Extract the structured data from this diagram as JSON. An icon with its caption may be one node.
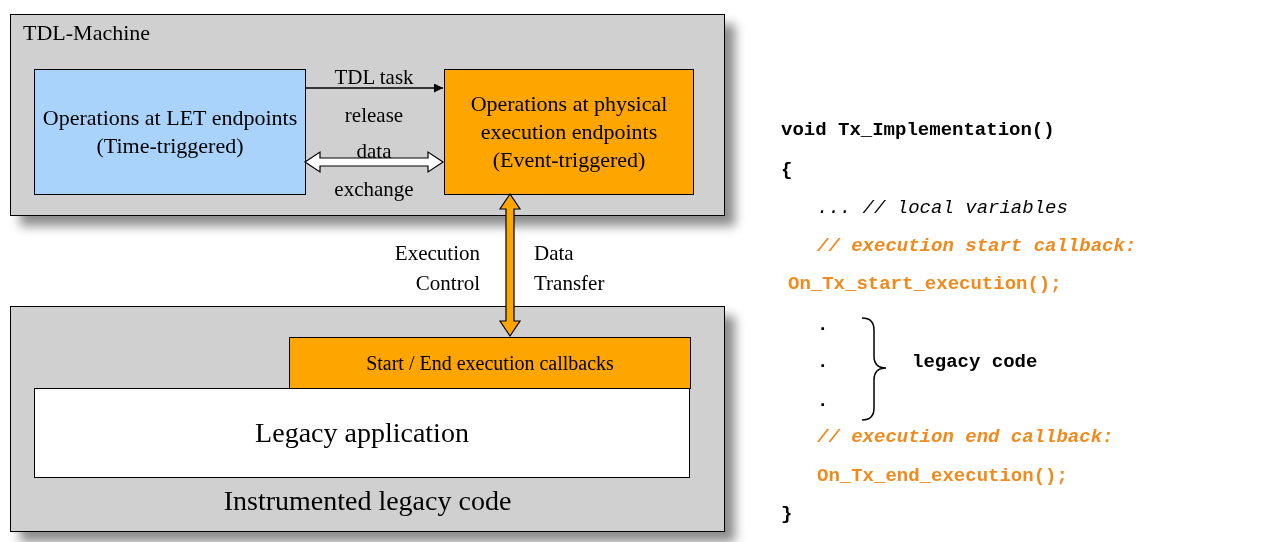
{
  "diagram": {
    "nodes": [
      {
        "text": [
          "TDL-Machine"
        ]
      },
      {
        "text": [
          "Operations at LET endpoints (Time-triggered)"
        ],
        "in": 0
      },
      {
        "text": [
          "Operations at physical execution endpoints (Event-triggered)"
        ],
        "in": 0
      },
      {
        "text": [
          "Instrumented legacy code"
        ]
      },
      {
        "text": [
          "Start / End execution callbacks"
        ],
        "in": 3
      },
      {
        "text": [
          "Legacy application"
        ],
        "in": 3
      }
    ],
    "edges": [
      {
        "from": 1,
        "to": 2,
        "arrow": "to",
        "label": "TDL task release"
      },
      {
        "from": 1,
        "to": 2,
        "arrow": "both",
        "label": "data exchange",
        "style": "thick"
      },
      {
        "from": 2,
        "to": 4,
        "arrow": "both",
        "style": "thick",
        "color": "#ffa500"
      }
    ],
    "labels": [
      "Execution Control",
      "Data Transfer",
      "void Tx_Implementation()",
      "{",
      "... // local variables",
      "// execution start callback:",
      "On_Tx_start_execution();",
      ".",
      ".",
      "legacy code",
      ".",
      "// execution end callback:",
      "On_Tx_end_execution();",
      "}"
    ]
  }
}
